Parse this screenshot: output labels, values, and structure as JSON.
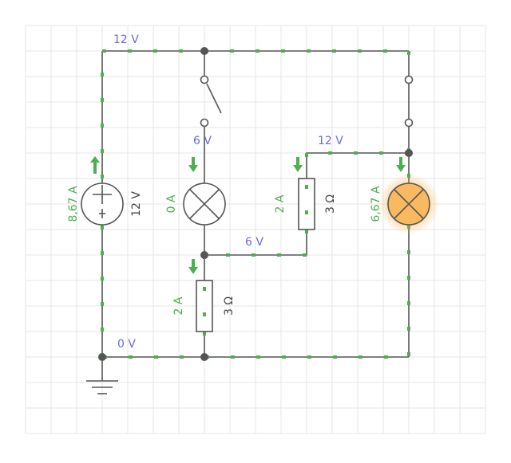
{
  "colors": {
    "wire": "#555555",
    "current": "#4caf50",
    "voltage": "#6b6be0",
    "lamp_glow": "#f7a83a",
    "grid": "#e6e6e6"
  },
  "labels": {
    "v_top": "12 V",
    "v_lamp1": "6 V",
    "v_mid": "6 V",
    "v_right": "12 V",
    "v_ground": "0 V",
    "battery_current": "8,67 A",
    "battery_voltage": "12 V",
    "lamp1_current": "0 A",
    "lamp2_current": "6,67 A",
    "resistor1_current": "2 A",
    "resistor1_value": "3 Ω",
    "resistor2_current": "2 A",
    "resistor2_value": "3 Ω"
  },
  "components": {
    "battery": "battery-icon",
    "lamp_off": "lamp-icon",
    "lamp_on": "lamp-icon",
    "switch_open": "switch-icon",
    "switch_closed": "switch-icon",
    "resistor": "resistor-icon",
    "ground": "ground-icon"
  }
}
